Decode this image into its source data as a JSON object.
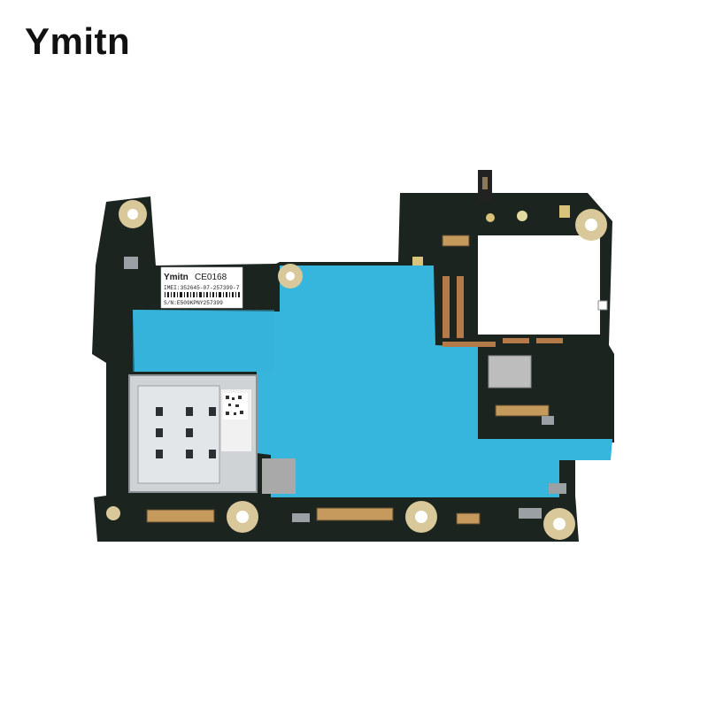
{
  "brand": {
    "name": "Ymitn"
  },
  "sticker": {
    "brand": "Ymitn",
    "ce_mark": "CE0168",
    "imei": "IMEI:352645-07-257399-7",
    "serial": "S/N:E509KPNY257399"
  },
  "colors": {
    "pcb": "#1c241f",
    "shield": "#36b6dd",
    "gold_pad": "#d8c89a",
    "background": "#ffffff"
  }
}
